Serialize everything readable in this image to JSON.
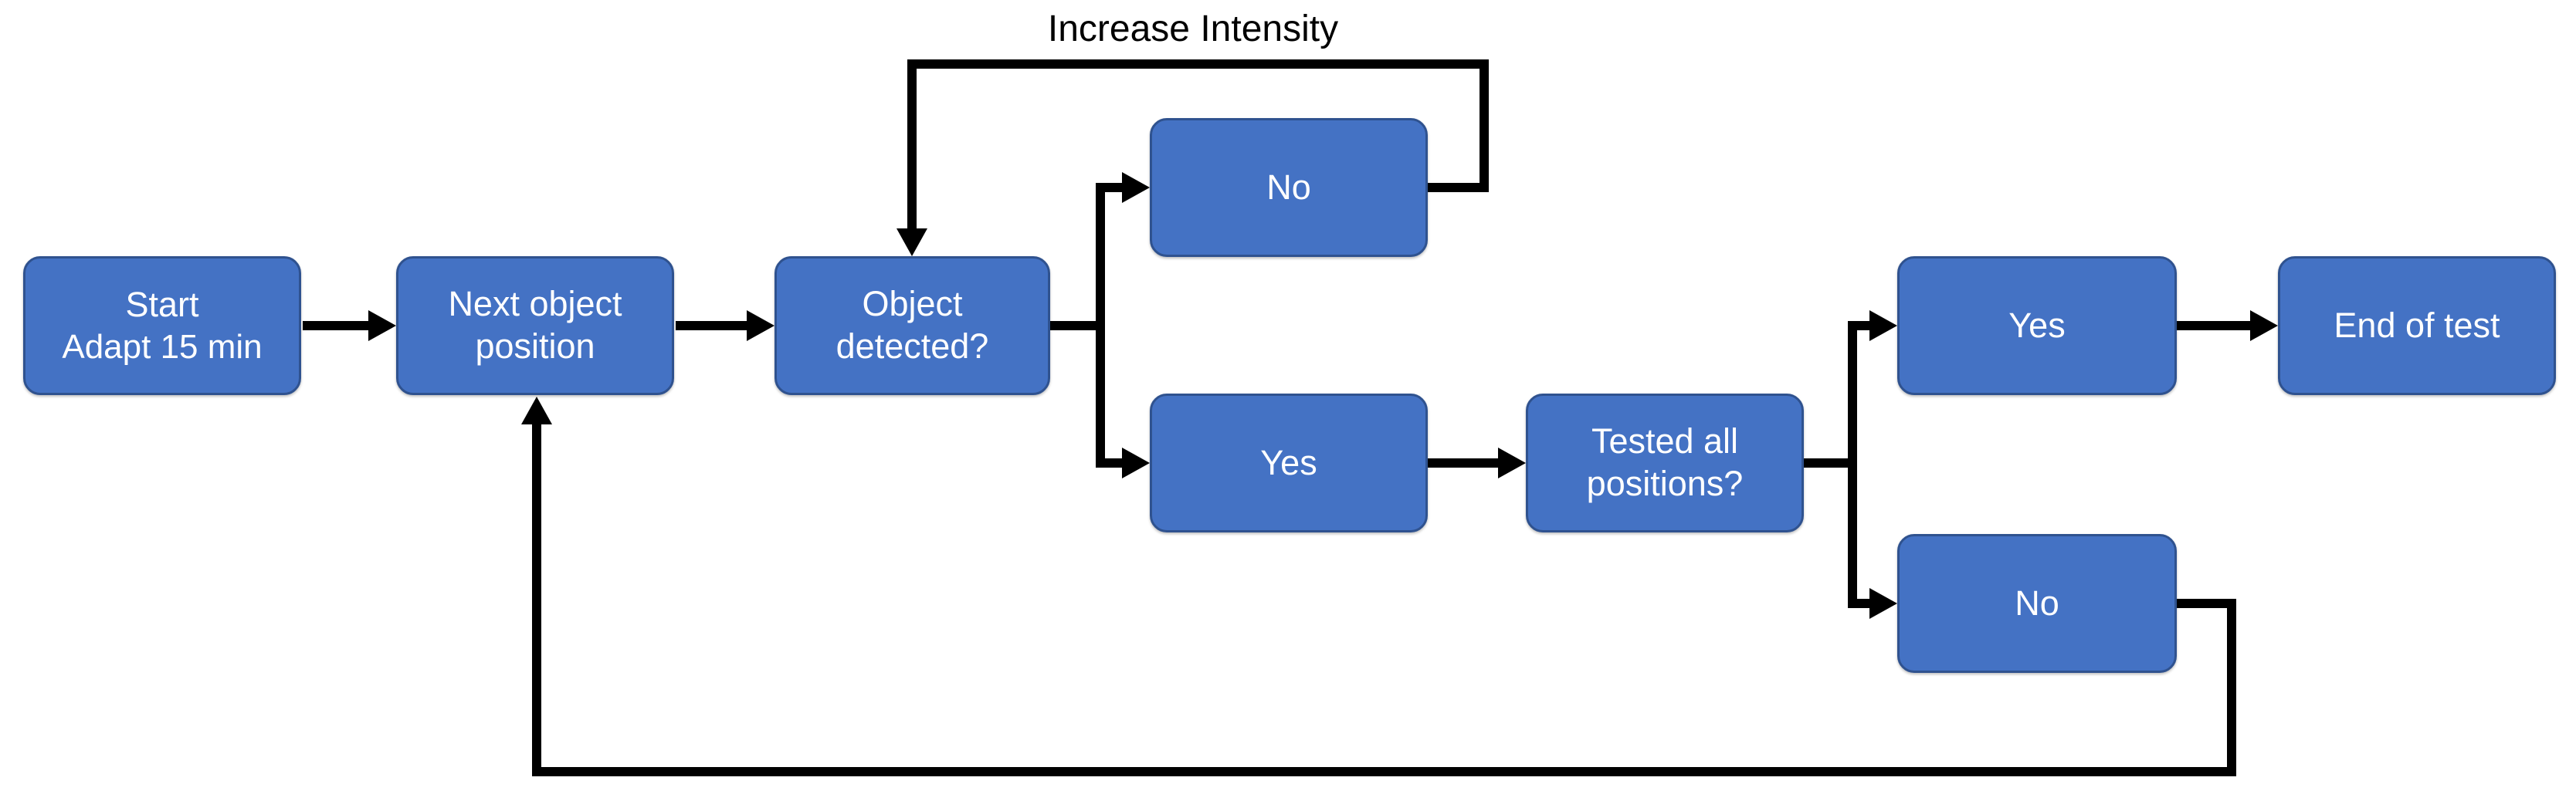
{
  "diagram": {
    "nodes": [
      {
        "id": "start",
        "label": "Start",
        "sublabel": "Adapt 15 min"
      },
      {
        "id": "next-object-position",
        "label": "Next object position"
      },
      {
        "id": "object-detected",
        "label": "Object detected?"
      },
      {
        "id": "no-object-detected",
        "label": "No"
      },
      {
        "id": "yes-object-detected",
        "label": "Yes"
      },
      {
        "id": "tested-all-positions",
        "label": "Tested all positions?"
      },
      {
        "id": "yes-tested-all",
        "label": "Yes"
      },
      {
        "id": "end-of-test",
        "label": "End of test"
      },
      {
        "id": "no-tested-all",
        "label": "No"
      }
    ],
    "edges": [
      {
        "from": "start",
        "to": "next-object-position"
      },
      {
        "from": "next-object-position",
        "to": "object-detected"
      },
      {
        "from": "object-detected",
        "to": "no-object-detected"
      },
      {
        "from": "no-object-detected",
        "to": "object-detected",
        "label": "Increase Intensity"
      },
      {
        "from": "object-detected",
        "to": "yes-object-detected"
      },
      {
        "from": "yes-object-detected",
        "to": "tested-all-positions"
      },
      {
        "from": "tested-all-positions",
        "to": "yes-tested-all"
      },
      {
        "from": "yes-tested-all",
        "to": "end-of-test"
      },
      {
        "from": "tested-all-positions",
        "to": "no-tested-all"
      },
      {
        "from": "no-tested-all",
        "to": "next-object-position"
      }
    ]
  },
  "colors": {
    "node-fill": "#4472C4",
    "node-border": "#2F528F",
    "node-text": "#FFFFFF",
    "connector": "#000000",
    "background": "#FFFFFF",
    "label-text": "#000000"
  }
}
